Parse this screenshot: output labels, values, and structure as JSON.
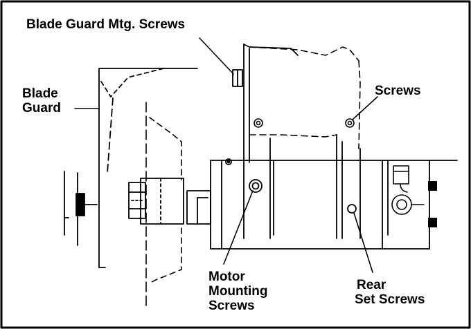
{
  "figure": {
    "border_color": "#000000",
    "line_color": "#000000",
    "background": "#ffffff"
  },
  "labels": {
    "blade_guard_mtg_screws": "Blade Guard Mtg. Screws",
    "blade_guard": [
      "Blade",
      "Guard"
    ],
    "screws": "Screws",
    "motor_mounting_screws": [
      "Motor",
      "Mounting",
      "Screws"
    ],
    "rear_set_screws": [
      "Rear",
      "Set Screws"
    ]
  }
}
